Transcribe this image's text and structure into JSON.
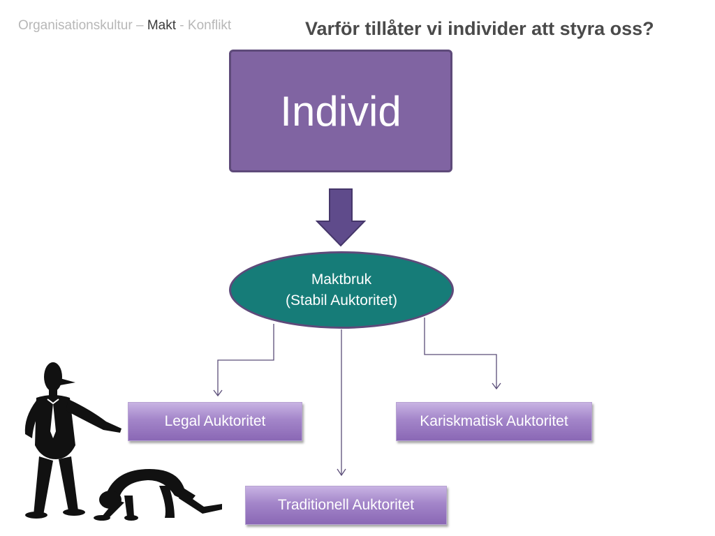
{
  "breadcrumb": {
    "part1": "Organisationskultur – ",
    "current": "Makt",
    "part2": " - Konflikt"
  },
  "title": "Varför tillåter vi individer att styra oss?",
  "diagram": {
    "top_box": "Individ",
    "center": {
      "line1": "Maktbruk",
      "line2": "(Stabil Auktoritet)"
    },
    "authorities": {
      "legal": "Legal Auktoritet",
      "charismatic": "Kariskmatisk Auktoritet",
      "traditional": "Traditionell Auktoritet"
    }
  },
  "colors": {
    "top_box_fill": "#8064a2",
    "ellipse_fill": "#167c78",
    "arrow_fill": "#5f4b8b",
    "title_text": "#4a4a4a",
    "breadcrumb_muted": "#b7b7b7"
  },
  "icons": {
    "arrow": "down-arrow-icon",
    "figure1": "pointing-man-icon",
    "figure2": "bowing-person-icon"
  }
}
